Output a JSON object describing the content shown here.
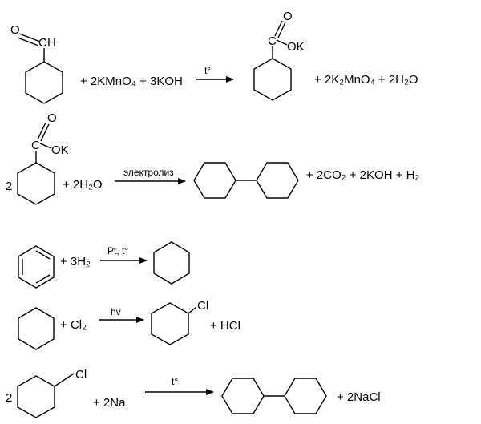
{
  "reaction1": {
    "reagents": "+ 2KMnO₄ + 3KOH",
    "condition": "t°",
    "products": "+ 2K₂MnO₄ + 2H₂O",
    "aldehyde_h": "H",
    "aldehyde_c": "C",
    "aldehyde_o": "O",
    "salt_c": "C",
    "salt_o_double": "O",
    "salt_ok": "OK"
  },
  "reaction2": {
    "coefficient": "2",
    "reagents": "+ 2H₂O",
    "condition": "электролиз",
    "products": "+ 2CO₂ + 2KOH + H₂",
    "salt_c": "C",
    "salt_o_double": "O",
    "salt_ok": "OK"
  },
  "reaction3": {
    "reagents": "+ 3H₂",
    "condition": "Pt, t°"
  },
  "reaction4": {
    "reagents": "+ Cl₂",
    "condition": "hv",
    "substituent": "Cl",
    "products": "+ HCl"
  },
  "reaction5": {
    "coefficient": "2",
    "substituent": "Cl",
    "reagents": "+ 2Na",
    "condition": "t°",
    "products": "+ 2NaCl"
  }
}
